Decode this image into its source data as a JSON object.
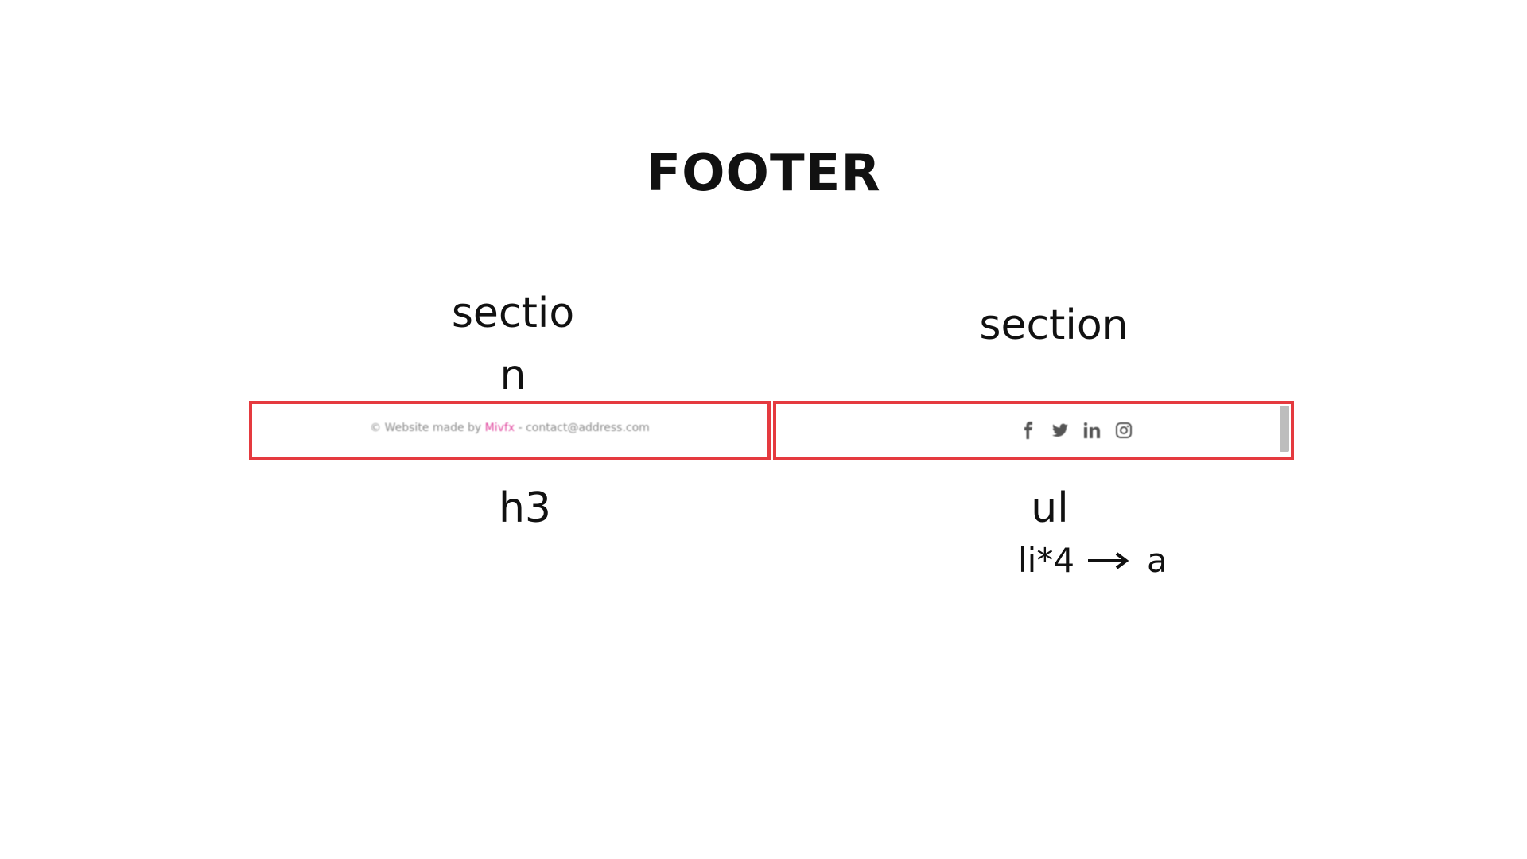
{
  "title": "FOOTER",
  "labels": {
    "left_section": "section",
    "right_section": "section",
    "h3": "h3",
    "ul": "ul",
    "li": "li*4",
    "a": "a"
  },
  "footer_preview": {
    "copyright_prefix": "© Website made by ",
    "brand": "Mivfx",
    "contact": " - contact@address.com",
    "social_icons": [
      "facebook-icon",
      "twitter-icon",
      "linkedin-icon",
      "instagram-icon"
    ]
  },
  "colors": {
    "box_border": "#e53a3f",
    "brand": "#e0479e",
    "muted_text": "#8a8a8a"
  }
}
